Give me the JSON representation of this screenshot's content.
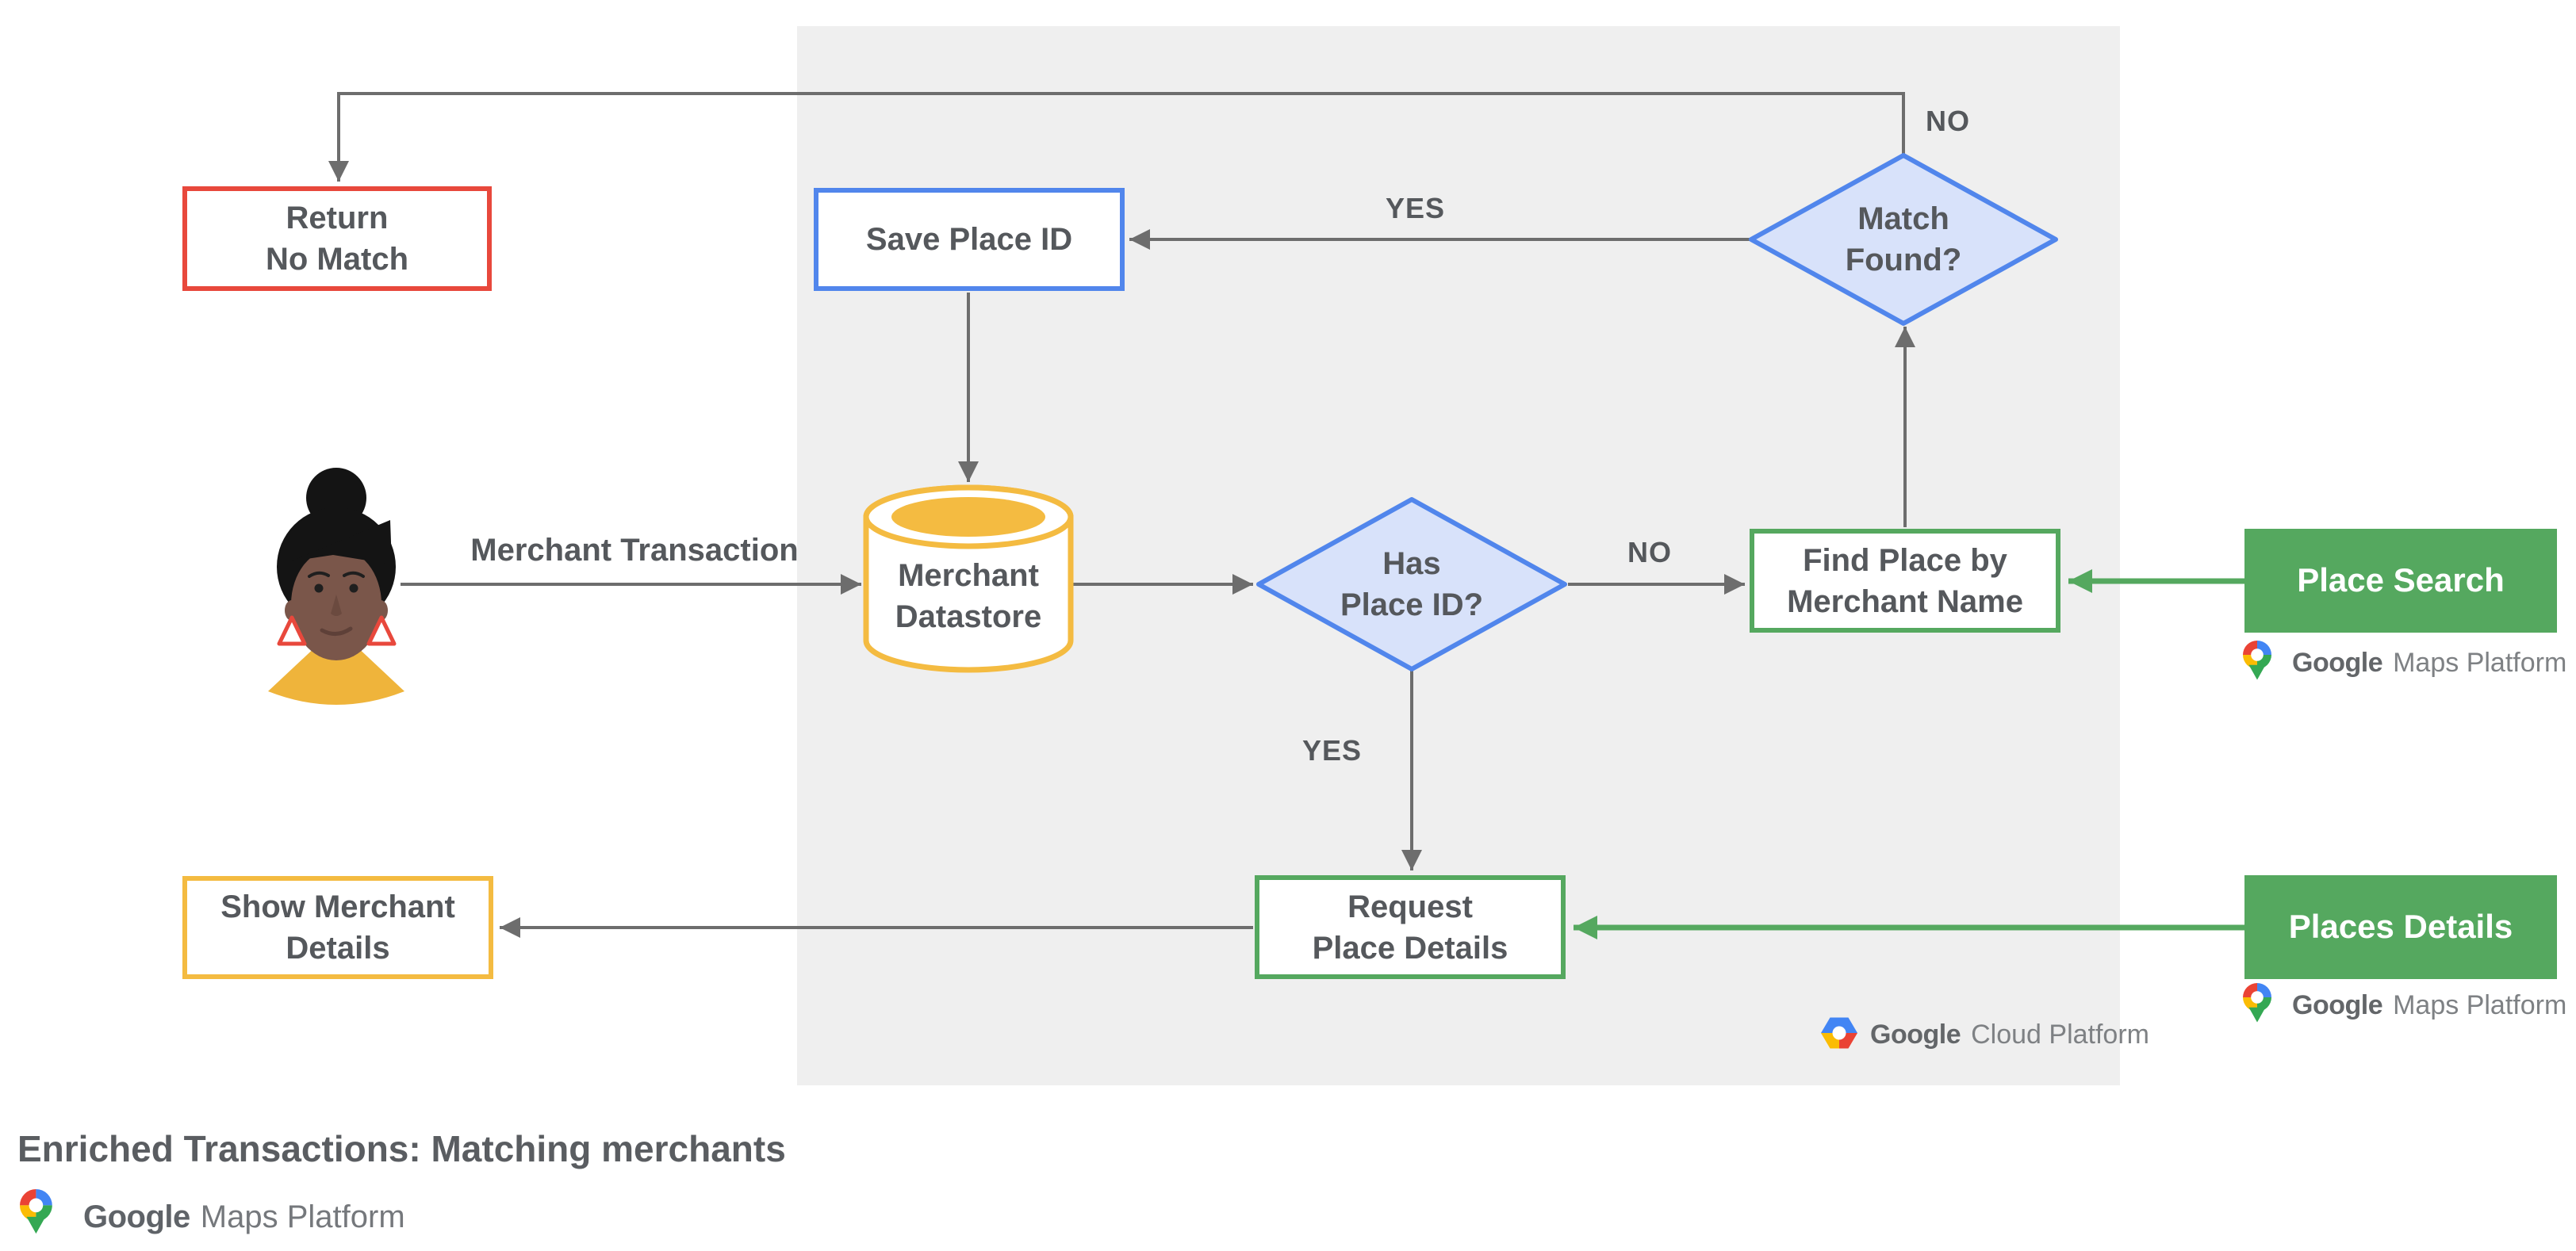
{
  "diagram": {
    "title": "Enriched Transactions: Matching merchants",
    "nodes": {
      "return_no_match": {
        "line1": "Return",
        "line2": "No Match"
      },
      "save_place_id": {
        "label": "Save Place ID"
      },
      "match_found": {
        "line1": "Match",
        "line2": "Found?"
      },
      "merchant_datastore": {
        "line1": "Merchant",
        "line2": "Datastore"
      },
      "has_place_id": {
        "line1": "Has",
        "line2": "Place ID?"
      },
      "find_place_by_merchant_name": {
        "line1": "Find Place by",
        "line2": "Merchant Name"
      },
      "request_place_details": {
        "line1": "Request",
        "line2": "Place Details"
      },
      "show_merchant_details": {
        "line1": "Show Merchant",
        "line2": "Details"
      },
      "place_search": {
        "label": "Place Search"
      },
      "places_details": {
        "label": "Places Details"
      }
    },
    "edge_labels": {
      "match_found_no": "NO",
      "match_found_yes": "YES",
      "has_place_id_no": "NO",
      "has_place_id_yes": "YES",
      "merchant_transaction": "Merchant Transaction"
    },
    "logos": {
      "maps": {
        "google": "Google",
        "rest": "Maps Platform"
      },
      "cloud": {
        "google": "Google",
        "rest": "Cloud Platform"
      }
    },
    "colors": {
      "red": "#E8483C",
      "blue_border": "#5186EC",
      "blue_fill": "#D8E2FA",
      "green": "#55A85F",
      "yellow": "#F4BB41",
      "arrow_gray": "#6D6D6D",
      "panel_gray": "#EFEFEF",
      "text_gray": "#55585C"
    }
  }
}
